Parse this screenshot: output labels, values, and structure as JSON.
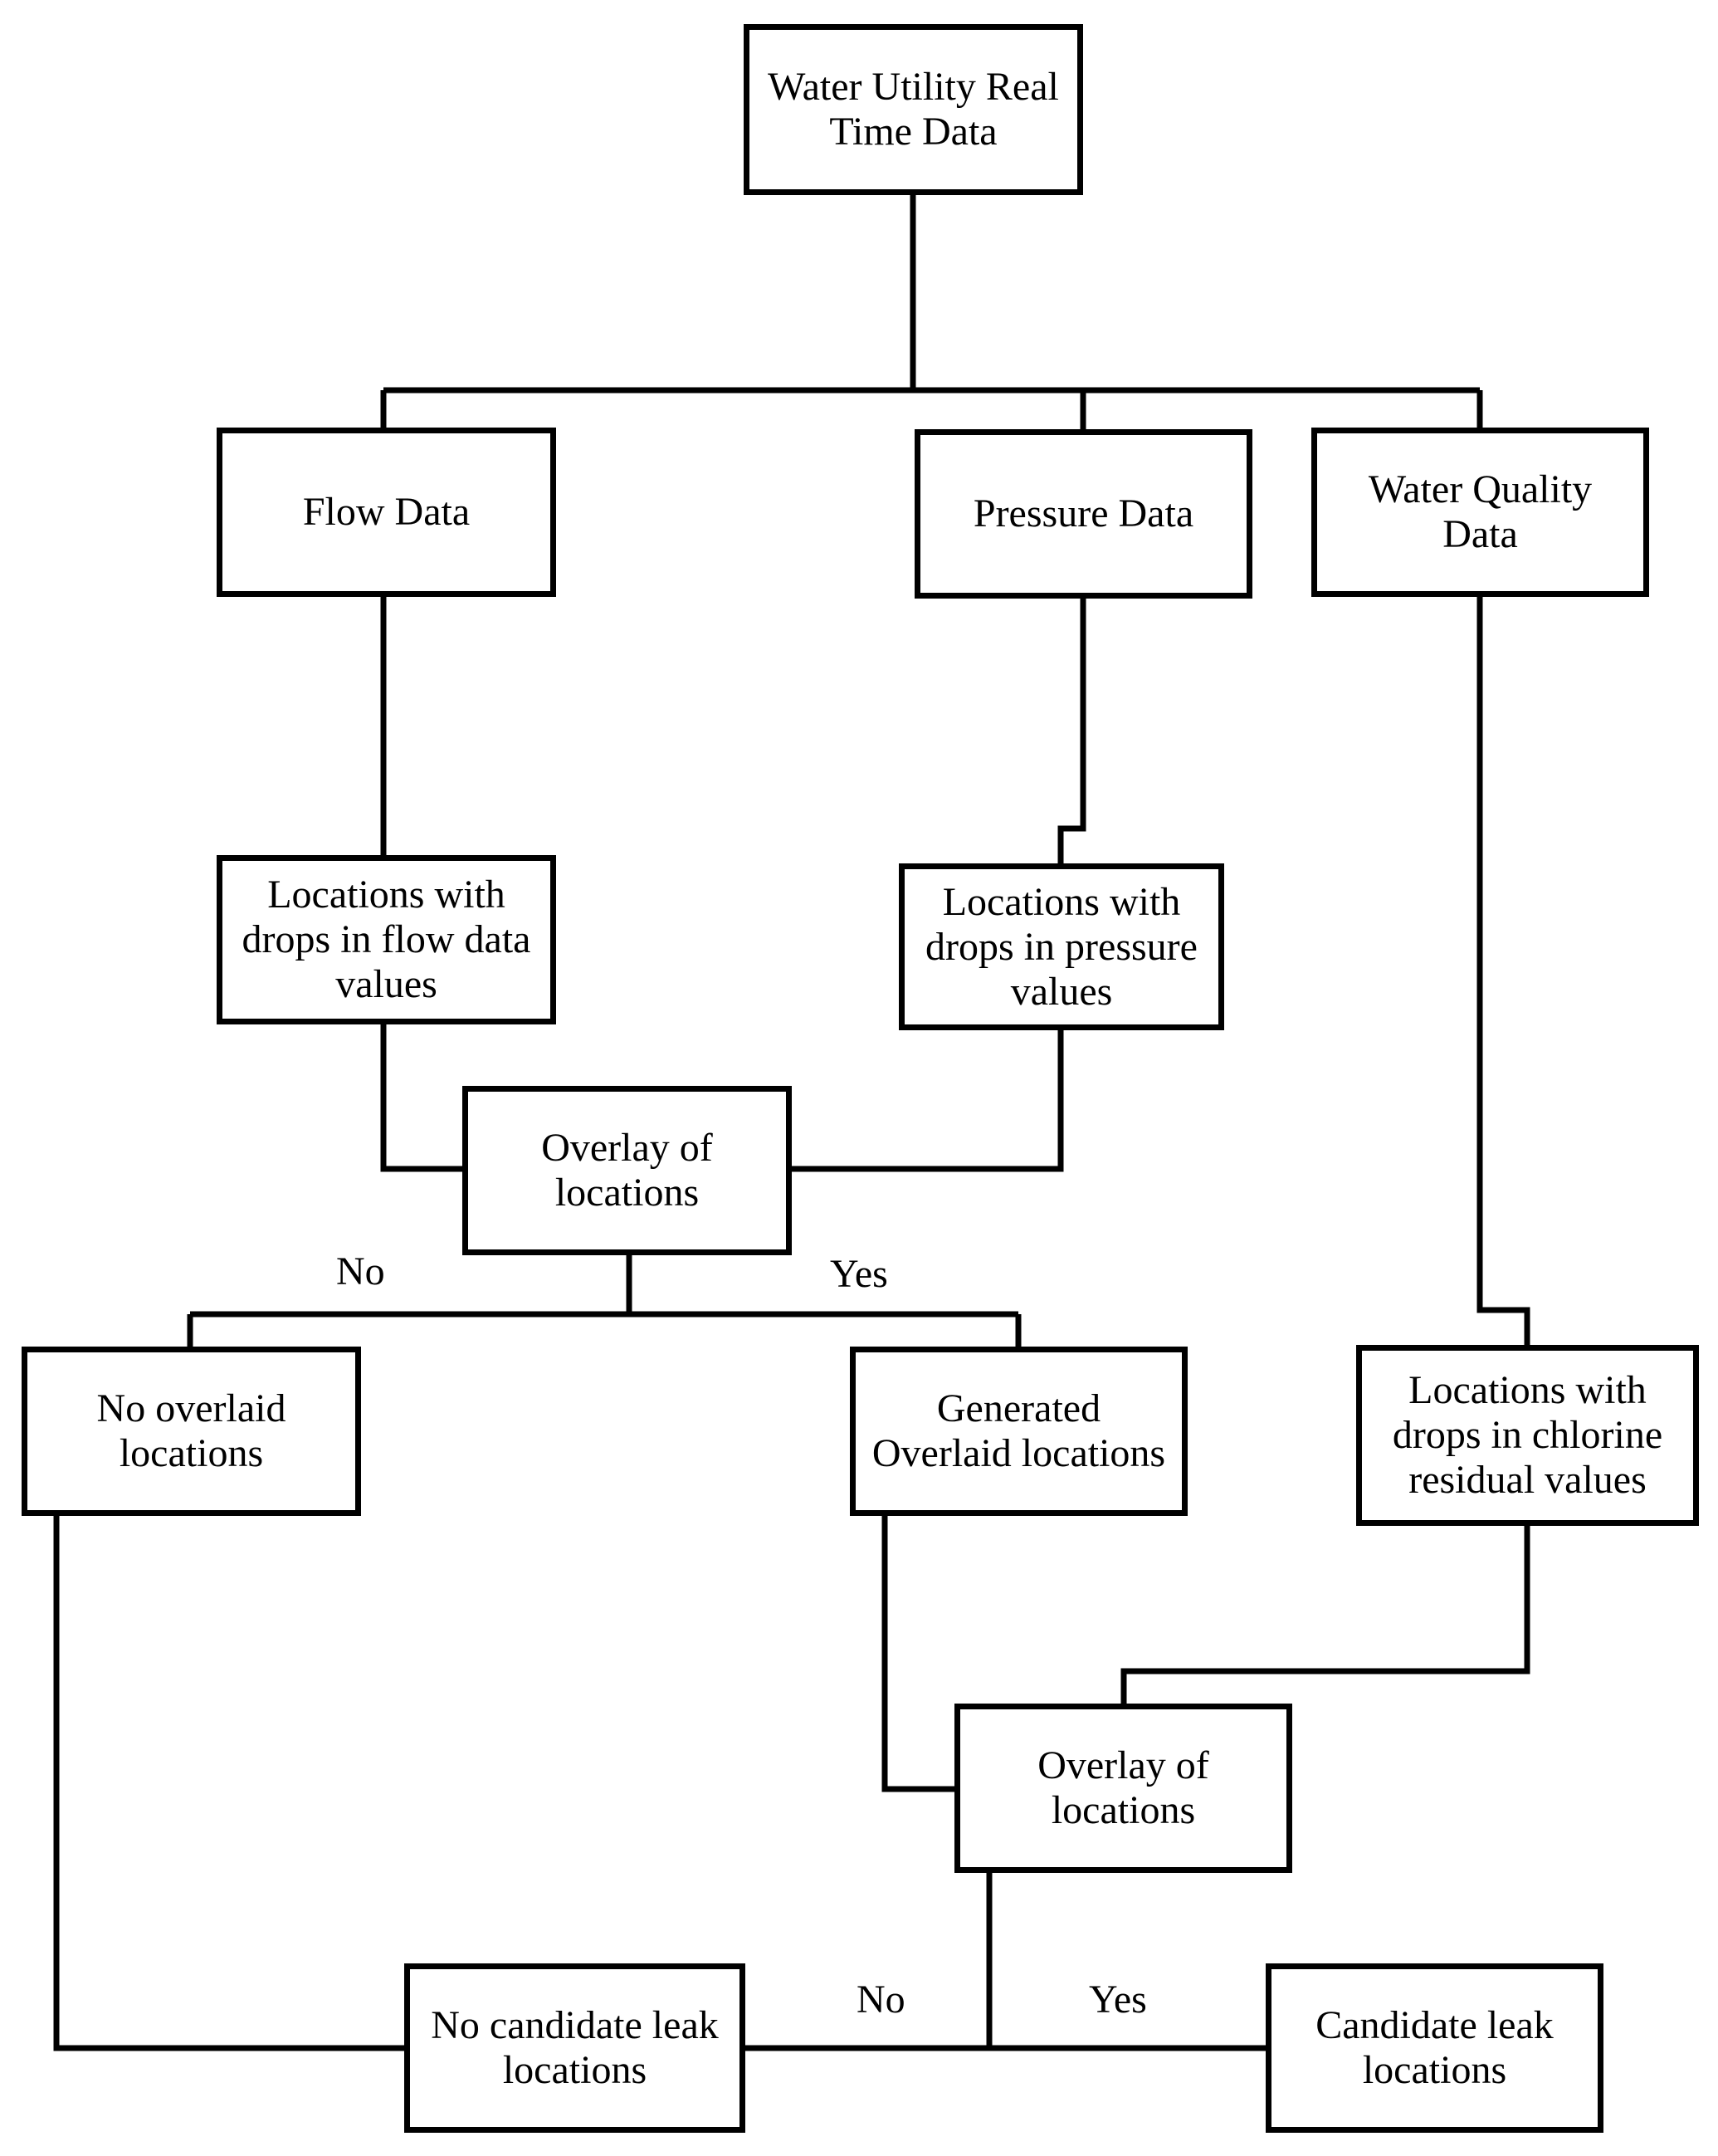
{
  "nodes": {
    "root": "Water Utility Real\nTime Data",
    "flow": "Flow Data",
    "pressure": "Pressure Data",
    "quality": "Water Quality\nData",
    "flow_drops": "Locations with\ndrops in flow data\nvalues",
    "pressure_drops": "Locations with\ndrops in pressure\nvalues",
    "overlay_1": "Overlay of\nlocations",
    "no_overlaid": "No overlaid\nlocations",
    "generated_overlaid": "Generated\nOverlaid locations",
    "chlorine_drops": "Locations with\ndrops in chlorine\nresidual values",
    "overlay_2": "Overlay of\nlocations",
    "no_candidate": "No candidate leak\nlocations",
    "candidate": "Candidate leak\nlocations"
  },
  "labels": {
    "no_1": "No",
    "yes_1": "Yes",
    "no_2": "No",
    "yes_2": "Yes"
  }
}
